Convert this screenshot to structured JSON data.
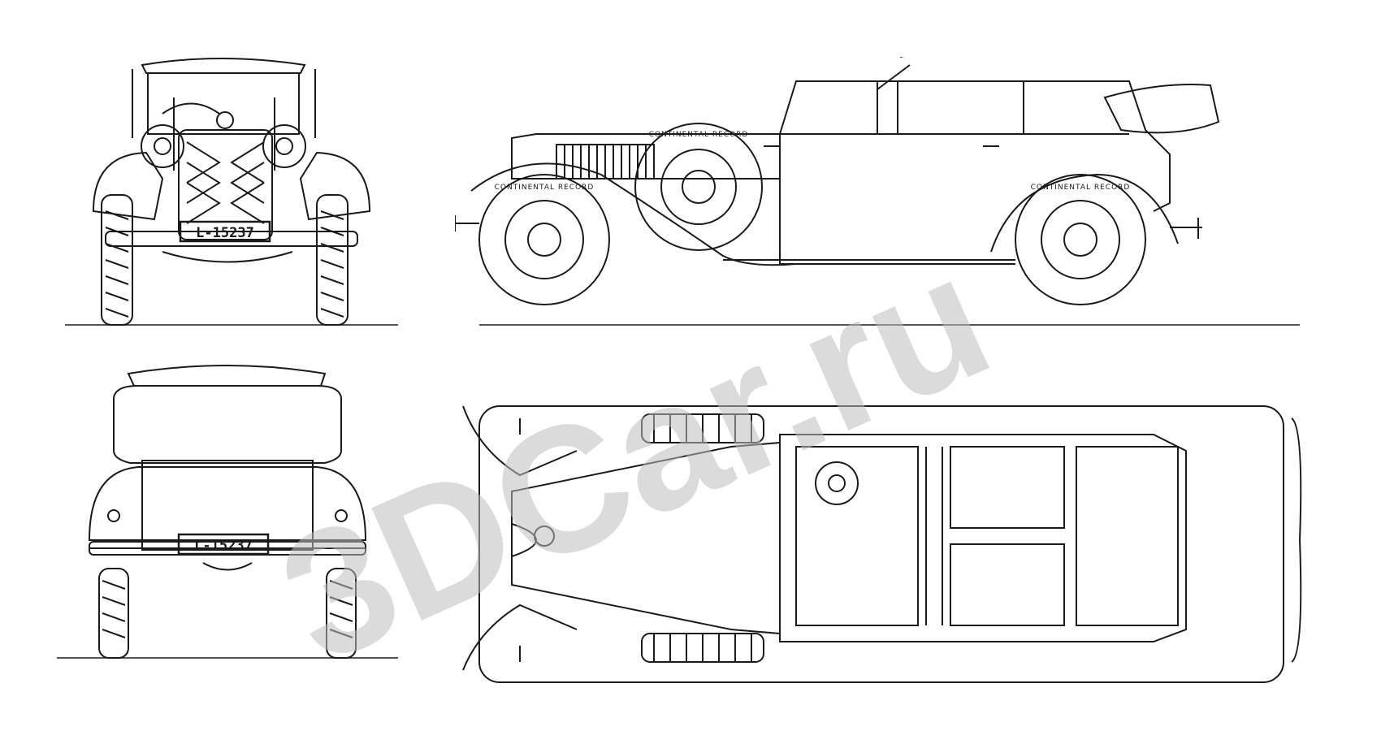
{
  "license_plate": "L-15237",
  "tyre_text": "CONTINENTAL RECORD",
  "watermark": "3DCar.ru",
  "colors": {
    "ink": "#1a1a1a",
    "paper": "#ffffff",
    "watermark": "#bdbdbd"
  }
}
